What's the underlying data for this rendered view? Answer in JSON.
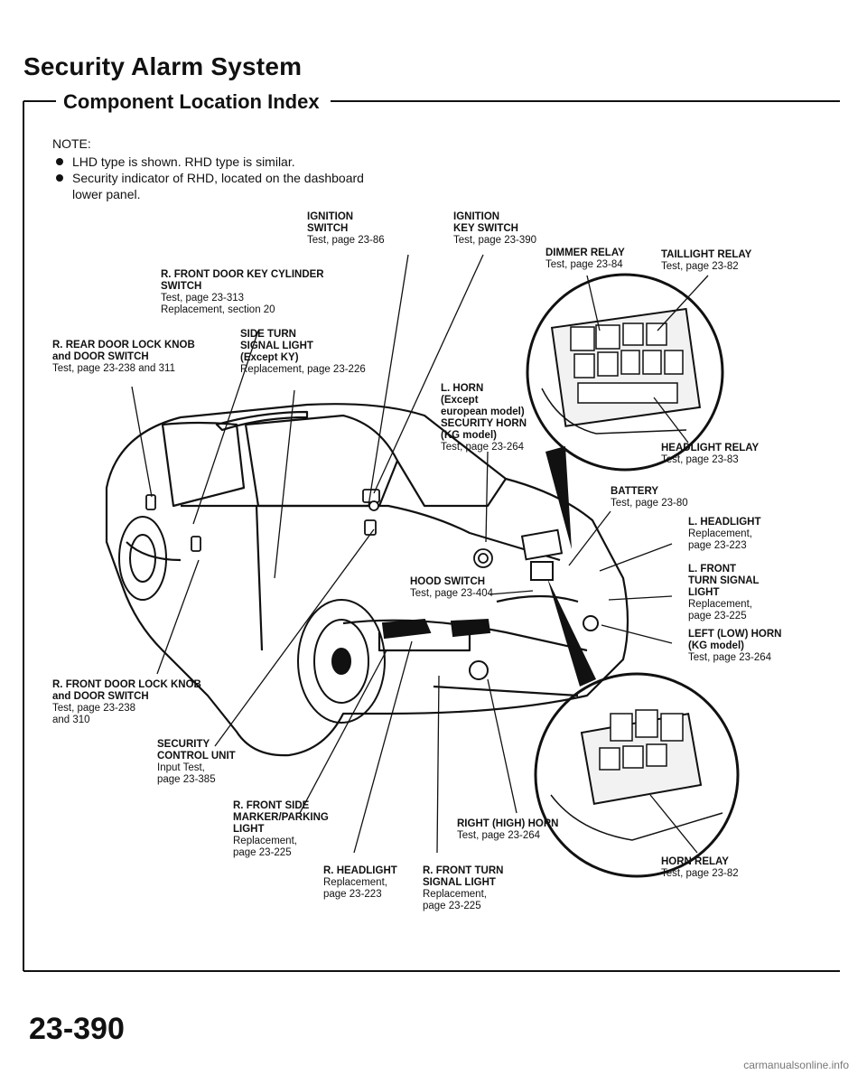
{
  "header": {
    "title": "Security Alarm System",
    "subtitle": "Component Location Index"
  },
  "note": {
    "heading": "NOTE:",
    "items": [
      "LHD type is shown. RHD type is similar.",
      "Security indicator of RHD, located on the dashboard",
      "lower panel."
    ]
  },
  "labels": {
    "ignition_switch": {
      "title": "IGNITION\nSWITCH",
      "detail": "Test, page 23-86"
    },
    "ignition_key_switch": {
      "title": "IGNITION\nKEY SWITCH",
      "detail": "Test, page 23-390"
    },
    "dimmer_relay": {
      "title": "DIMMER RELAY",
      "detail": "Test, page 23-84"
    },
    "taillight_relay": {
      "title": "TAILLIGHT RELAY",
      "detail": "Test, page 23-82"
    },
    "r_front_door_key_cylinder": {
      "title": "R. FRONT DOOR KEY CYLINDER\nSWITCH",
      "detail": "Test, page 23-313\nReplacement, section 20"
    },
    "r_rear_door_lock": {
      "title": "R. REAR DOOR LOCK KNOB\nand DOOR SWITCH",
      "detail": "Test, page 23-238 and 311"
    },
    "side_turn_signal": {
      "title": "SIDE TURN\nSIGNAL LIGHT\n(Except KY)",
      "detail": "Replacement, page 23-226"
    },
    "l_horn": {
      "title": "L. HORN\n(Except\neuropean model)\nSECURITY HORN\n(KG model)",
      "detail": "Test, page 23-264"
    },
    "headlight_relay": {
      "title": "HEADLIGHT RELAY",
      "detail": "Test, page 23-83"
    },
    "battery": {
      "title": "BATTERY",
      "detail": "Test, page 23-80"
    },
    "l_headlight": {
      "title": "L. HEADLIGHT",
      "detail": "Replacement,\npage 23-223"
    },
    "l_front_turn": {
      "title": "L. FRONT\nTURN SIGNAL\nLIGHT",
      "detail": "Replacement,\npage 23-225"
    },
    "hood_switch": {
      "title": "HOOD SWITCH",
      "detail": "Test, page 23-404"
    },
    "left_low_horn": {
      "title": "LEFT (LOW) HORN\n(KG model)",
      "detail": "Test, page 23-264"
    },
    "r_front_door_lock": {
      "title": "R. FRONT DOOR LOCK KNOB\nand DOOR SWITCH",
      "detail": "Test, page 23-238\nand 310"
    },
    "security_control_unit": {
      "title": "SECURITY\nCONTROL UNIT",
      "detail": "Input Test,\npage 23-385"
    },
    "r_front_side_marker": {
      "title": "R. FRONT SIDE\nMARKER/PARKING\nLIGHT",
      "detail": "Replacement,\npage 23-225"
    },
    "right_high_horn": {
      "title": "RIGHT (HIGH) HORN",
      "detail": "Test, page 23-264"
    },
    "r_headlight": {
      "title": "R. HEADLIGHT",
      "detail": "Replacement,\npage 23-223"
    },
    "r_front_turn": {
      "title": "R. FRONT TURN\nSIGNAL LIGHT",
      "detail": "Replacement,\npage 23-225"
    },
    "horn_relay": {
      "title": "HORN RELAY",
      "detail": "Test, page 23-82"
    }
  },
  "footer": {
    "page_number": "23-390",
    "watermark": "carmanualsonline.info"
  }
}
